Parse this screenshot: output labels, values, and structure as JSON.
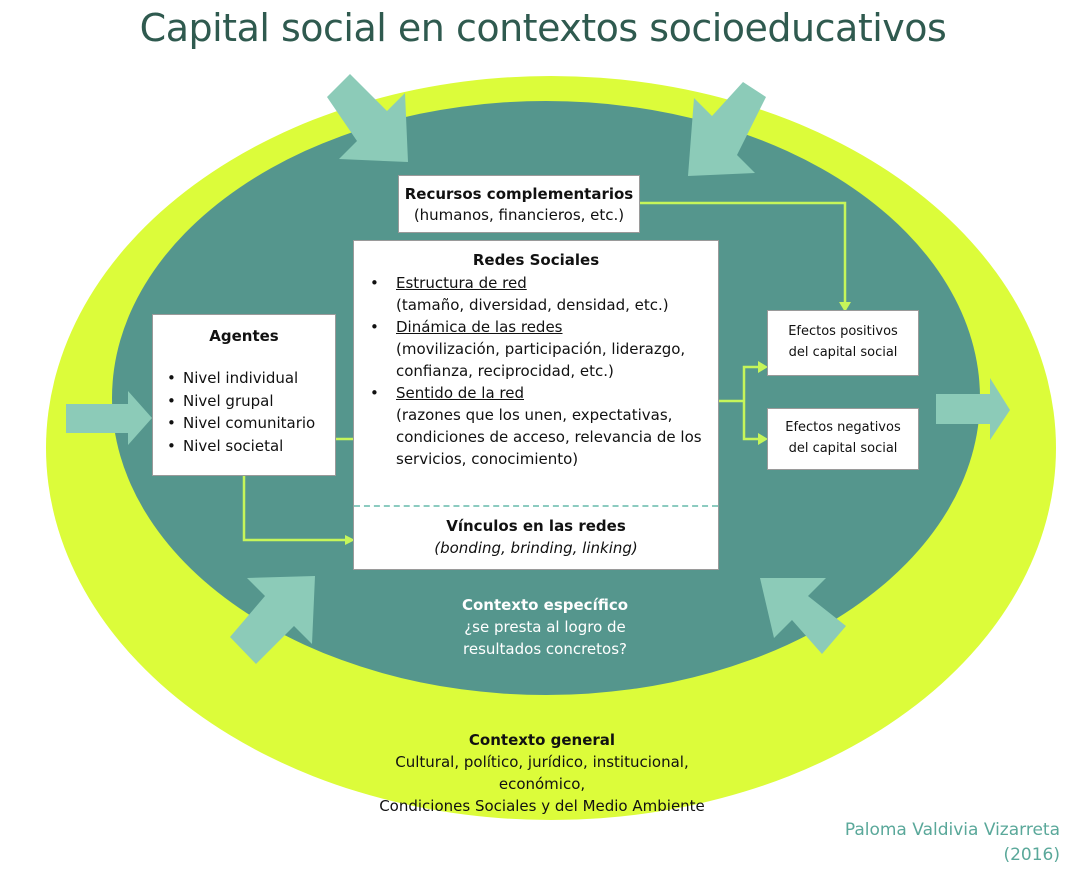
{
  "title": "Capital social en contextos socioeducativos",
  "colors": {
    "outer_ellipse": "#dcfc3a",
    "inner_ellipse": "#55968d",
    "big_arrows": "#8ccbb8",
    "connector_lines": "#c6f55a",
    "title_text": "#2f5a4f",
    "author_text": "#5aa89a"
  },
  "recursos": {
    "title": "Recursos complementarios",
    "detail": "(humanos, financieros, etc.)"
  },
  "redes": {
    "title": "Redes Sociales",
    "items": [
      {
        "label": "Estructura de red",
        "detail": "(tamaño, diversidad, densidad, etc.)"
      },
      {
        "label": "Dinámica de las redes",
        "detail": "(movilización, participación, liderazgo, confianza, reciprocidad, etc.)"
      },
      {
        "label": "Sentido de la red",
        "detail": "(razones que los unen, expectativas, condiciones de acceso, relevancia de los servicios, conocimiento)"
      }
    ],
    "vinculos_title": "Vínculos en las redes",
    "vinculos_detail": "(bonding, brinding, linking)"
  },
  "agentes": {
    "title": "Agentes",
    "items": [
      "Nivel individual",
      "Nivel grupal",
      "Nivel comunitario",
      "Nivel societal"
    ]
  },
  "efectos_positivos": {
    "line1": "Efectos positivos",
    "line2": "del capital social"
  },
  "efectos_negativos": {
    "line1": "Efectos negativos",
    "line2": "del capital social"
  },
  "contexto_especifico": {
    "title": "Contexto específico",
    "line1": "¿se presta al logro de",
    "line2": "resultados concretos?"
  },
  "contexto_general": {
    "title": "Contexto general",
    "line1": "Cultural, político, jurídico, institucional,",
    "line2": "económico,",
    "line3": "Condiciones Sociales y del Medio Ambiente"
  },
  "author": {
    "name": "Paloma Valdivia Vizarreta",
    "year": "(2016)"
  }
}
